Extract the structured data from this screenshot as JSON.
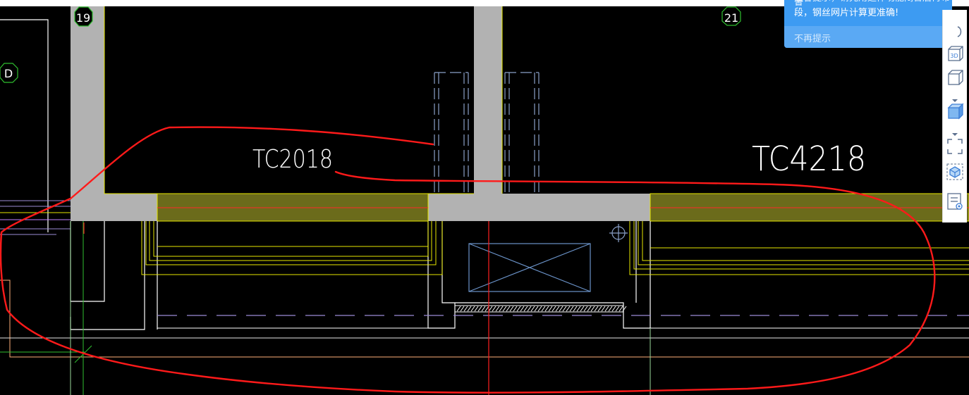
{
  "drawing": {
    "axis_markers": [
      {
        "label": "19"
      },
      {
        "label": "21"
      },
      {
        "label": "D"
      }
    ],
    "window_labels": [
      {
        "text": "TC2018"
      },
      {
        "text": "TC4218"
      }
    ]
  },
  "notice": {
    "line1": "温馨提示，请先用延伸功能闭合后再布置",
    "line2": "段，钢丝网片计算更准确!",
    "dismiss": "不再提示"
  },
  "toolbar": {
    "items": [
      {
        "icon": "rotate-view-icon"
      },
      {
        "icon": "3d-view-icon"
      },
      {
        "icon": "cube-view-icon"
      },
      {
        "icon": "dropdown-caret-icon"
      },
      {
        "icon": "cube-shaded-icon"
      },
      {
        "icon": "dropdown-caret-icon"
      },
      {
        "icon": "zoom-extents-icon"
      },
      {
        "icon": "component-view-icon"
      },
      {
        "icon": "layer-list-icon"
      }
    ]
  },
  "colors": {
    "background": "#000000",
    "wall": "#b2b2b2",
    "wall_outline": "#e6e600",
    "window_fill": "#6b6b1b",
    "annotation": "#ff0000",
    "notice_bg": "#3d9bf2",
    "linework": "#ffffff"
  }
}
